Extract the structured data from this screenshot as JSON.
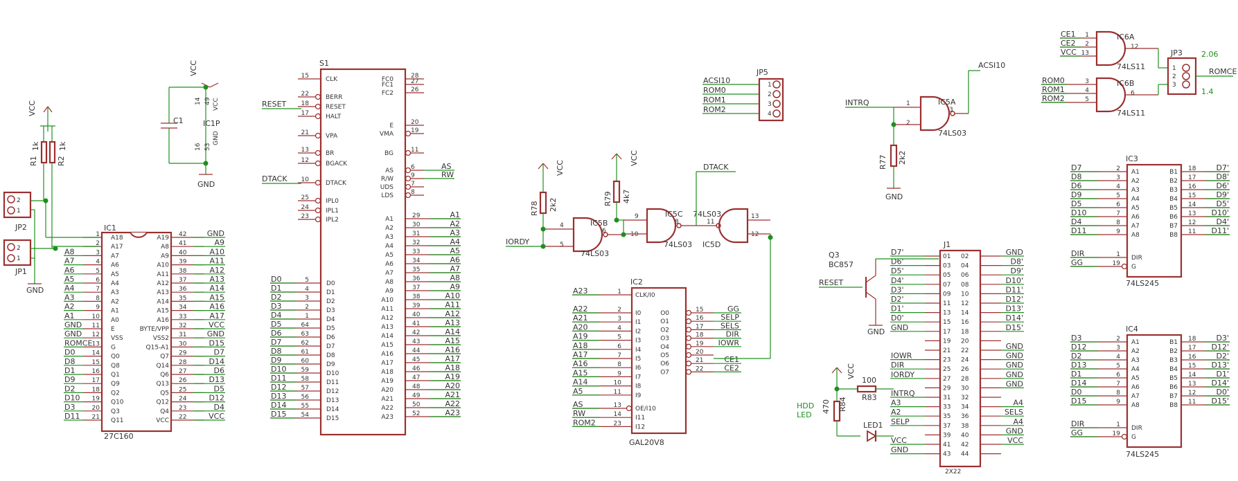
{
  "colors": {
    "body": "#9b2f2f",
    "wire": "#1e8f1e",
    "text": "#333333"
  },
  "labels": {
    "vcc": "VCC",
    "gnd": "GND",
    "r1": "R1",
    "r1_val": "1k",
    "r2": "R2",
    "r2_val": "1k",
    "c1": "C1",
    "ic1p": "IC1P",
    "jp1": "JP1",
    "jp2": "JP2",
    "jp3": "JP3",
    "jp5": "JP5",
    "ic1": "IC1",
    "ic1_part": "27C160",
    "s1": "S1",
    "ic2": "IC2",
    "ic2_part": "GAL20V8",
    "ic5a": "IC5A",
    "ic5b": "IC5B",
    "ic5c": "IC5C",
    "ic5d": "IC5D",
    "ls03": "74LS03",
    "ic6a": "IC6A",
    "ic6b": "IC6B",
    "ls11": "74LS11",
    "ic3": "IC3",
    "ic4": "IC4",
    "ls245": "74LS245",
    "j1": "J1",
    "j1_part": "2X22",
    "q3": "Q3",
    "q3_part": "BC857",
    "r77": "R77",
    "r77_val": "2k2",
    "r78": "R78",
    "r78_val": "2k2",
    "r79": "R79",
    "r79_val": "4k7",
    "r83": "R83",
    "r83_val": "100",
    "r84": "R84",
    "r84_val": "470",
    "led1": "LED1",
    "hdd": "HDD",
    "led": "LED",
    "reset": "RESET",
    "dtack": "DTACK",
    "iordy": "IORDY",
    "intrq": "INTRQ",
    "acsi10": "ACSI10",
    "romce": "ROMCE",
    "v206": "2.06",
    "v14": "1.4",
    "ce1": "CE1",
    "ce2": "CE2",
    "rom0": "ROM0",
    "rom1": "ROM1",
    "rom2": "ROM2"
  },
  "ic1": {
    "left": [
      [
        "A18",
        "1"
      ],
      [
        "A17",
        "2"
      ],
      [
        "A7",
        "3"
      ],
      [
        "A6",
        "4"
      ],
      [
        "A5",
        "5"
      ],
      [
        "A4",
        "6"
      ],
      [
        "A3",
        "7"
      ],
      [
        "A2",
        "8"
      ],
      [
        "A1",
        "9"
      ],
      [
        "A0",
        "10"
      ],
      [
        "E",
        "11"
      ],
      [
        "VSS",
        "12"
      ],
      [
        "G",
        "13"
      ],
      [
        "Q0",
        "14"
      ],
      [
        "Q8",
        "15"
      ],
      [
        "Q1",
        "16"
      ],
      [
        "Q9",
        "17"
      ],
      [
        "Q2",
        "18"
      ],
      [
        "Q10",
        "19"
      ],
      [
        "Q3",
        "20"
      ],
      [
        "Q11",
        "21"
      ]
    ],
    "right": [
      [
        "A19",
        "42"
      ],
      [
        "A8",
        "41"
      ],
      [
        "A9",
        "40"
      ],
      [
        "A10",
        "39"
      ],
      [
        "A11",
        "38"
      ],
      [
        "A12",
        "37"
      ],
      [
        "A13",
        "36"
      ],
      [
        "A14",
        "35"
      ],
      [
        "A15",
        "34"
      ],
      [
        "A16",
        "33"
      ],
      [
        "BYTE/VPP",
        "32"
      ],
      [
        "VSS2",
        "31"
      ],
      [
        "Q15-A1",
        "30"
      ],
      [
        "Q7",
        "29"
      ],
      [
        "Q14",
        "28"
      ],
      [
        "Q6",
        "27"
      ],
      [
        "Q13",
        "26"
      ],
      [
        "Q5",
        "25"
      ],
      [
        "Q12",
        "24"
      ],
      [
        "Q4",
        "23"
      ],
      [
        "VCC",
        "22"
      ]
    ],
    "left_nets": [
      "",
      "",
      "A8",
      "A7",
      "A6",
      "A5",
      "A4",
      "A3",
      "A2",
      "A1",
      "GND",
      "GND",
      "ROMCE",
      "D0",
      "D8",
      "D1",
      "D9",
      "D2",
      "D10",
      "D3",
      "D11"
    ],
    "right_nets": [
      "GND",
      "A9",
      "A10",
      "A11",
      "A12",
      "A13",
      "A14",
      "A15",
      "A16",
      "A17",
      "VCC",
      "GND",
      "D15",
      "D7",
      "D14",
      "D6",
      "D13",
      "D5",
      "D12",
      "D4",
      "VCC"
    ]
  },
  "s1": {
    "left_top": [
      [
        "CLK",
        "15"
      ],
      [
        "BERR",
        "22"
      ],
      [
        "RESET",
        "18"
      ],
      [
        "HALT",
        "17"
      ],
      [
        "VPA",
        "21"
      ],
      [
        "BR",
        "13"
      ],
      [
        "BGACK",
        "12"
      ],
      [
        "DTACK",
        "10"
      ],
      [
        "IPL0",
        "25"
      ],
      [
        "IPL1",
        "24"
      ],
      [
        "IPL2",
        "23"
      ]
    ],
    "right_top": [
      [
        "FC0",
        "28"
      ],
      [
        "FC1",
        "27"
      ],
      [
        "FC2",
        "26"
      ],
      [
        "E",
        "20"
      ],
      [
        "VMA",
        "19"
      ],
      [
        "BG",
        "11"
      ],
      [
        "AS",
        "6"
      ],
      [
        "R/W",
        "9"
      ],
      [
        "UDS",
        "7"
      ],
      [
        "LDS",
        "8"
      ]
    ],
    "right_nets": [
      "",
      "",
      "",
      "",
      "",
      "",
      "AS",
      "RW",
      "",
      ""
    ],
    "data": [
      [
        "D0",
        "5"
      ],
      [
        "D1",
        "4"
      ],
      [
        "D2",
        "3"
      ],
      [
        "D3",
        "2"
      ],
      [
        "D4",
        "1"
      ],
      [
        "D5",
        "64"
      ],
      [
        "D6",
        "63"
      ],
      [
        "D7",
        "62"
      ],
      [
        "D8",
        "61"
      ],
      [
        "D9",
        "60"
      ],
      [
        "D10",
        "59"
      ],
      [
        "D11",
        "58"
      ],
      [
        "D12",
        "57"
      ],
      [
        "D13",
        "56"
      ],
      [
        "D14",
        "55"
      ],
      [
        "D15",
        "54"
      ]
    ],
    "addr": [
      [
        "A1",
        "29"
      ],
      [
        "A2",
        "30"
      ],
      [
        "A3",
        "31"
      ],
      [
        "A4",
        "32"
      ],
      [
        "A5",
        "33"
      ],
      [
        "A6",
        "34"
      ],
      [
        "A7",
        "35"
      ],
      [
        "A8",
        "36"
      ],
      [
        "A9",
        "37"
      ],
      [
        "A10",
        "38"
      ],
      [
        "A11",
        "39"
      ],
      [
        "A12",
        "40"
      ],
      [
        "A13",
        "41"
      ],
      [
        "A14",
        "42"
      ],
      [
        "A15",
        "43"
      ],
      [
        "A16",
        "44"
      ],
      [
        "A17",
        "45"
      ],
      [
        "A18",
        "46"
      ],
      [
        "A19",
        "47"
      ],
      [
        "A20",
        "48"
      ],
      [
        "A21",
        "49"
      ],
      [
        "A22",
        "50"
      ],
      [
        "A23",
        "52"
      ]
    ]
  },
  "ic2": {
    "left": [
      [
        "CLK/I0",
        "1",
        "A23"
      ],
      [
        "I0",
        "2",
        "A22"
      ],
      [
        "I1",
        "3",
        "A21"
      ],
      [
        "I2",
        "4",
        "A20"
      ],
      [
        "I3",
        "5",
        "A19"
      ],
      [
        "I4",
        "6",
        "A18"
      ],
      [
        "I5",
        "7",
        "A17"
      ],
      [
        "I6",
        "8",
        "A16"
      ],
      [
        "I7",
        "9",
        "A15"
      ],
      [
        "I8",
        "10",
        "A14"
      ],
      [
        "I9",
        "11",
        "A5"
      ],
      [
        "OE/I10",
        "13",
        "AS"
      ],
      [
        "I11",
        "14",
        "RW"
      ],
      [
        "I12",
        "23",
        "ROM2"
      ]
    ],
    "right": [
      [
        "O0",
        "15",
        "GG"
      ],
      [
        "O1",
        "16",
        "SELP"
      ],
      [
        "O2",
        "17",
        "SELS"
      ],
      [
        "O3",
        "18",
        "DIR"
      ],
      [
        "O4",
        "19",
        "IOWR"
      ],
      [
        "O5",
        "20",
        ""
      ],
      [
        "O6",
        "21",
        "CE1"
      ],
      [
        "O7",
        "22",
        "CE2"
      ]
    ]
  },
  "jp5": {
    "pins": [
      [
        "ACSI10",
        "1"
      ],
      [
        "ROM0",
        "2"
      ],
      [
        "ROM1",
        "3"
      ],
      [
        "ROM2",
        "4"
      ]
    ]
  },
  "ic6a": {
    "pins": [
      [
        "CE1",
        "1"
      ],
      [
        "CE2",
        "2"
      ],
      [
        "VCC",
        "13"
      ]
    ],
    "out": "12"
  },
  "ic6b": {
    "pins": [
      [
        "ROM0",
        "3"
      ],
      [
        "ROM1",
        "4"
      ],
      [
        "ROM2",
        "5"
      ]
    ],
    "out": "6"
  },
  "ic3": {
    "a": [
      [
        "A1",
        "2",
        "D7"
      ],
      [
        "A2",
        "3",
        "D8"
      ],
      [
        "A3",
        "4",
        "D6"
      ],
      [
        "A4",
        "5",
        "D9"
      ],
      [
        "A5",
        "6",
        "D5"
      ],
      [
        "A6",
        "7",
        "D10"
      ],
      [
        "A7",
        "8",
        "D4"
      ],
      [
        "A8",
        "9",
        "D11"
      ]
    ],
    "b": [
      [
        "B1",
        "18",
        "D7'"
      ],
      [
        "B2",
        "17",
        "D8'"
      ],
      [
        "B3",
        "16",
        "D6'"
      ],
      [
        "B4",
        "15",
        "D9'"
      ],
      [
        "B5",
        "14",
        "D5'"
      ],
      [
        "B6",
        "13",
        "D10'"
      ],
      [
        "B7",
        "12",
        "D4'"
      ],
      [
        "B8",
        "11",
        "D11'"
      ]
    ],
    "ctl": [
      [
        "DIR",
        "1",
        "DIR"
      ],
      [
        "G",
        "19",
        "GG"
      ]
    ]
  },
  "ic4": {
    "a": [
      [
        "A1",
        "2",
        "D3"
      ],
      [
        "A2",
        "3",
        "D12"
      ],
      [
        "A3",
        "4",
        "D2"
      ],
      [
        "A4",
        "5",
        "D13"
      ],
      [
        "A5",
        "6",
        "D1"
      ],
      [
        "A6",
        "7",
        "D14"
      ],
      [
        "A7",
        "8",
        "D0"
      ],
      [
        "A8",
        "9",
        "D15"
      ]
    ],
    "b": [
      [
        "B1",
        "18",
        "D3'"
      ],
      [
        "B2",
        "17",
        "D12'"
      ],
      [
        "B3",
        "16",
        "D2'"
      ],
      [
        "B4",
        "15",
        "D13'"
      ],
      [
        "B5",
        "14",
        "D1'"
      ],
      [
        "B6",
        "13",
        "D14'"
      ],
      [
        "B7",
        "12",
        "D0'"
      ],
      [
        "B8",
        "11",
        "D15'"
      ]
    ],
    "ctl": [
      [
        "DIR",
        "1",
        "DIR"
      ],
      [
        "G",
        "19",
        "GG"
      ]
    ]
  },
  "j1": {
    "left": [
      [
        "01",
        "D7'"
      ],
      [
        "03",
        "D6'"
      ],
      [
        "05",
        "D5'"
      ],
      [
        "07",
        "D4'"
      ],
      [
        "09",
        "D3'"
      ],
      [
        "11",
        "D2'"
      ],
      [
        "13",
        "D1'"
      ],
      [
        "15",
        "D0'"
      ],
      [
        "17",
        "GND"
      ],
      [
        "19",
        ""
      ],
      [
        "21",
        ""
      ],
      [
        "23",
        "IOWR"
      ],
      [
        "25",
        "DIR"
      ],
      [
        "27",
        "IORDY"
      ],
      [
        "29",
        ""
      ],
      [
        "31",
        "INTRQ"
      ],
      [
        "33",
        "A3"
      ],
      [
        "35",
        "A2"
      ],
      [
        "37",
        "SELP"
      ],
      [
        "39",
        ""
      ],
      [
        "41",
        "VCC"
      ],
      [
        "43",
        "GND"
      ]
    ],
    "right": [
      [
        "02",
        "GND"
      ],
      [
        "04",
        "D8'"
      ],
      [
        "06",
        "D9'"
      ],
      [
        "08",
        "D10'"
      ],
      [
        "10",
        "D11'"
      ],
      [
        "12",
        "D12'"
      ],
      [
        "14",
        "D13'"
      ],
      [
        "16",
        "D14'"
      ],
      [
        "18",
        "D15'"
      ],
      [
        "20",
        ""
      ],
      [
        "22",
        "GND"
      ],
      [
        "24",
        "GND"
      ],
      [
        "26",
        "GND"
      ],
      [
        "28",
        "GND"
      ],
      [
        "30",
        "GND"
      ],
      [
        "32",
        ""
      ],
      [
        "34",
        "A4"
      ],
      [
        "36",
        "SELS"
      ],
      [
        "38",
        "A4"
      ],
      [
        "40",
        "GND"
      ],
      [
        "42",
        "VCC"
      ],
      [
        "44",
        ""
      ]
    ]
  },
  "gates": {
    "ic5a": {
      "in1": "1",
      "in2": "2",
      "out": "3"
    },
    "ic5b": {
      "in1": "4",
      "in2": "5",
      "out": "6"
    },
    "ic5c": {
      "in1": "9",
      "in2": "10",
      "out": "8"
    },
    "ic5d": {
      "in1": "11",
      "in2": "12",
      "out": "13"
    }
  }
}
